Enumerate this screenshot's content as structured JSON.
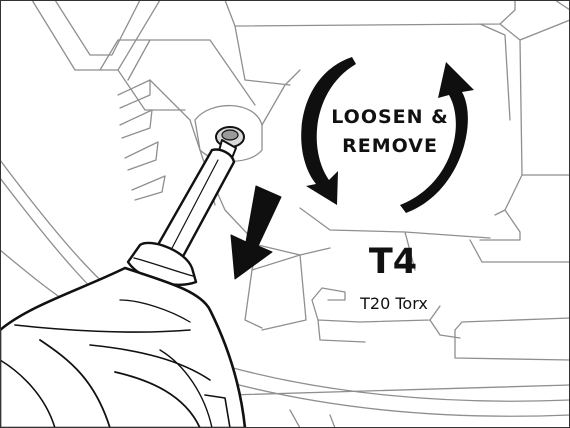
{
  "instruction": {
    "action_line1": "LOOSEN &",
    "action_line2": "REMOVE"
  },
  "step": {
    "id": "T4",
    "tool": "T20 Torx"
  },
  "icons": {
    "rotate": "counterclockwise-rotation-arrows-icon",
    "direction": "down-left-arrow-icon",
    "tool": "screwdriver-icon",
    "fastener": "torx-screw-icon"
  },
  "colors": {
    "ink": "#111111",
    "line": "#8a8a8a",
    "background": "#ffffff"
  }
}
